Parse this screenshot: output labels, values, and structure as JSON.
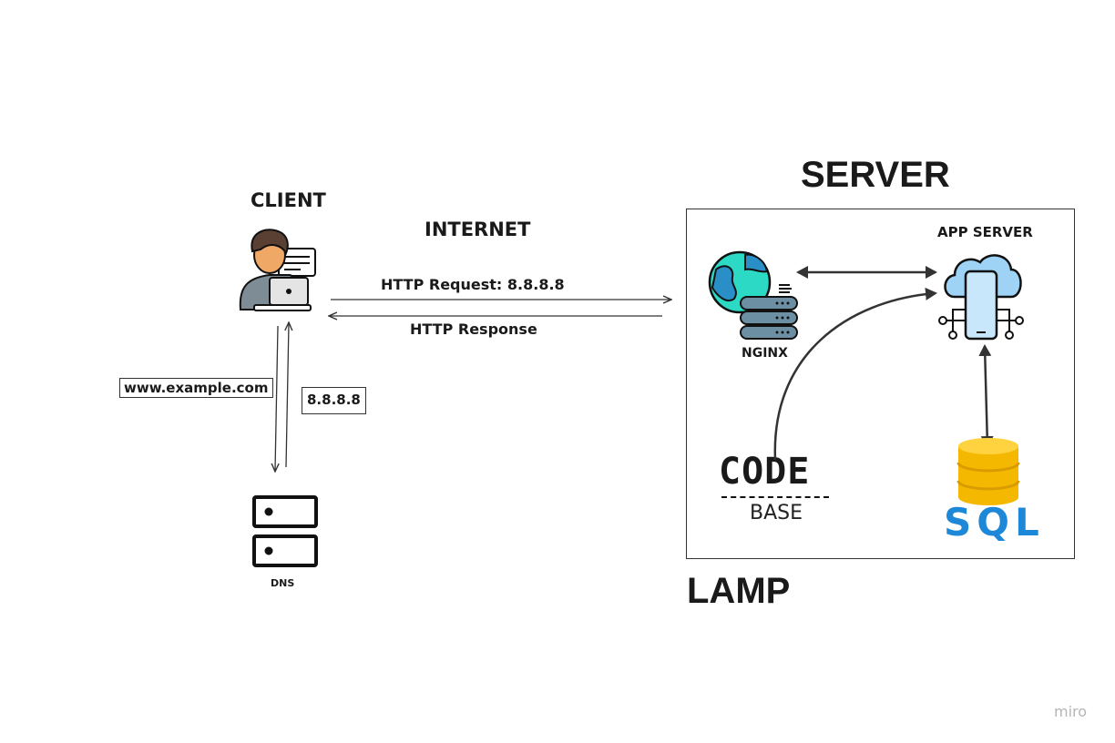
{
  "client": {
    "title": "CLIENT"
  },
  "internet": {
    "title": "INTERNET",
    "request_label": "HTTP Request: 8.8.8.8",
    "response_label": "HTTP Response"
  },
  "dns": {
    "label": "DNS",
    "query_label": "www.example.com",
    "answer_label": "8.8.8.8"
  },
  "server": {
    "title": "SERVER",
    "app_server_label": "APP SERVER",
    "nginx_label": "NGINX",
    "code_label": "CODE",
    "base_label": "BASE",
    "sql_label": "SQL"
  },
  "stack": {
    "title": "LAMP"
  },
  "watermark": "miro",
  "colors": {
    "globe_water": "#2cd9c4",
    "globe_land": "#2a8fc7",
    "server_rack": "#6d8fa3",
    "cloud": "#9fd3f6",
    "database": "#f5b800",
    "sql_text": "#1e88d8"
  },
  "icons": [
    "person-laptop-icon",
    "dns-server-icon",
    "globe-server-icon",
    "cloud-phone-icon",
    "database-icon"
  ]
}
